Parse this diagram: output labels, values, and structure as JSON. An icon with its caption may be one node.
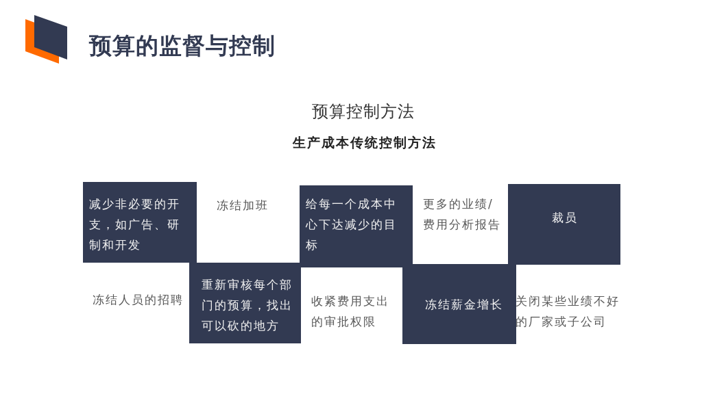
{
  "diagram": {
    "title": "预算的监督与控制",
    "nodes": [
      {
        "text": [
          "减少非必要的开支，如广告、研制和开发"
        ]
      },
      {
        "text": [
          "冻结加班"
        ]
      },
      {
        "text": [
          "给每一个成本中心下达减少的目标"
        ]
      },
      {
        "text": [
          "更多的业绩/费用分析报告"
        ]
      },
      {
        "text": [
          "裁员"
        ]
      },
      {
        "text": [
          "冻结人员的招聘"
        ]
      },
      {
        "text": [
          "重新审核每个部门的预算，找出可以砍的地方"
        ]
      },
      {
        "text": [
          "收紧费用支出的审批权限"
        ]
      },
      {
        "text": [
          "冻结薪金增长"
        ]
      },
      {
        "text": [
          "关闭某些业绩不好的厂家或子公司"
        ]
      }
    ],
    "labels": [
      "预算控制方法",
      "生产成本传统控制方法"
    ]
  }
}
